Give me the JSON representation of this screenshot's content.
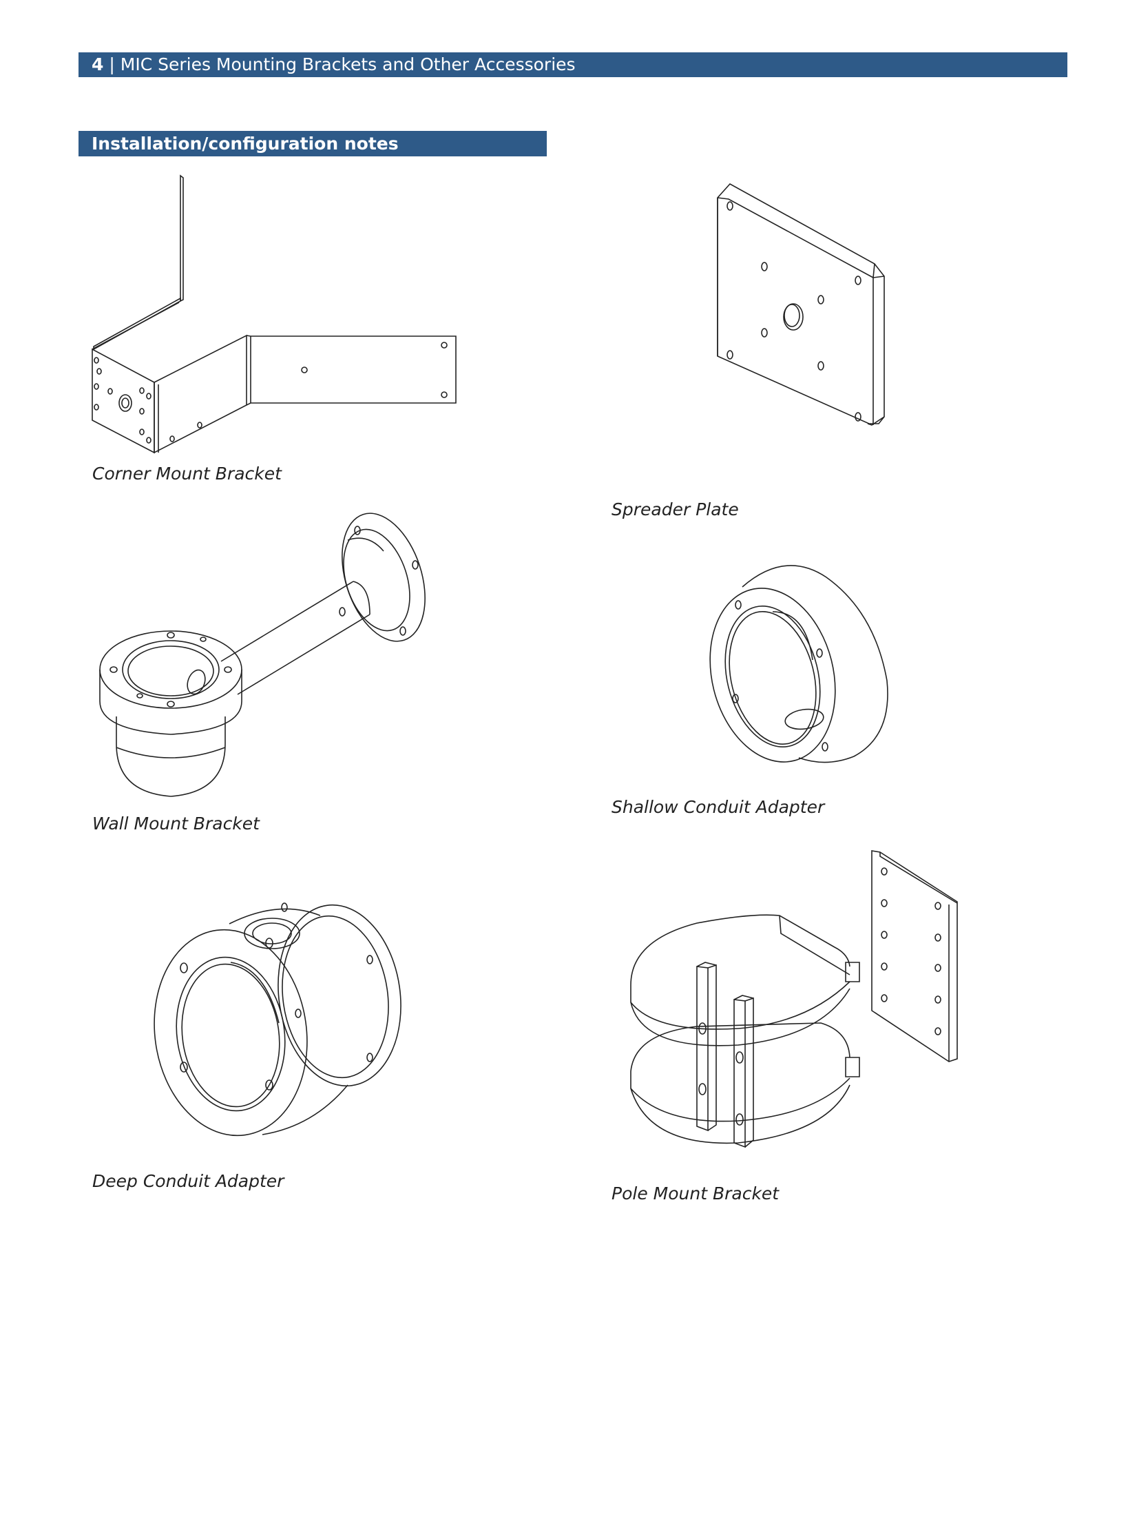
{
  "header": {
    "page_number": "4",
    "separator": "|",
    "title": "MIC Series Mounting Brackets and Other Accessories"
  },
  "section": {
    "title": "Installation/configuration notes"
  },
  "figures": [
    {
      "caption": "Corner Mount Bracket",
      "icon": "corner-mount-bracket-illustration"
    },
    {
      "caption": "Spreader Plate",
      "icon": "spreader-plate-illustration"
    },
    {
      "caption": "Wall Mount Bracket",
      "icon": "wall-mount-bracket-illustration"
    },
    {
      "caption": "Shallow Conduit Adapter",
      "icon": "shallow-conduit-adapter-illustration"
    },
    {
      "caption": "Deep Conduit Adapter",
      "icon": "deep-conduit-adapter-illustration"
    },
    {
      "caption": "Pole Mount Bracket",
      "icon": "pole-mount-bracket-illustration"
    }
  ],
  "colors": {
    "header_bar": "#2e5a88",
    "header_text": "#ffffff",
    "line_art": "#222222"
  }
}
